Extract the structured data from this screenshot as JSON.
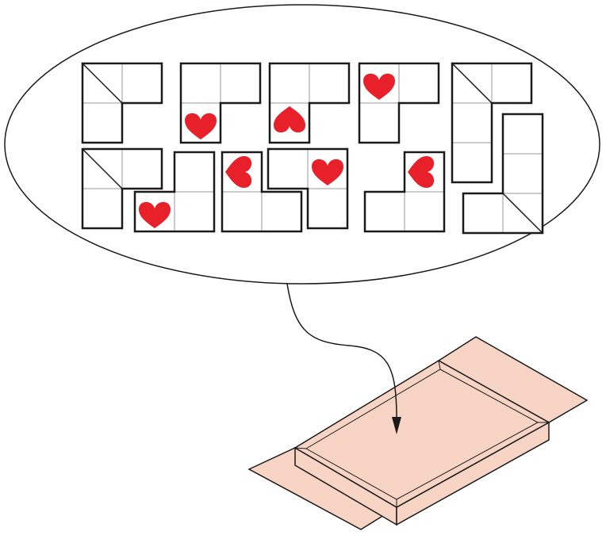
{
  "colors": {
    "heart": "#e8202a",
    "tray_fill": "#f7d4c4",
    "outline": "#1a1a1a",
    "grid_line": "#999999"
  },
  "icons": {
    "heart": "heart-icon",
    "arrow": "arrow-head-icon"
  },
  "pieces": [
    {
      "name": "piece-1",
      "cells": [
        [
          0,
          0
        ],
        [
          1,
          0
        ],
        [
          0,
          1
        ]
      ],
      "diagonal": [
        0,
        0
      ],
      "heart": null
    },
    {
      "name": "piece-2",
      "cells": [
        [
          0,
          0
        ],
        [
          1,
          0
        ],
        [
          0,
          1
        ]
      ],
      "diagonal": null,
      "heart": {
        "cell": [
          0,
          1
        ],
        "rotation": 0
      }
    },
    {
      "name": "piece-3",
      "cells": [
        [
          0,
          0
        ],
        [
          1,
          0
        ],
        [
          0,
          1
        ]
      ],
      "diagonal": null,
      "heart": {
        "cell": [
          0,
          1
        ],
        "rotation": 180
      }
    },
    {
      "name": "piece-4",
      "cells": [
        [
          0,
          0
        ],
        [
          1,
          0
        ],
        [
          0,
          1
        ]
      ],
      "diagonal": null,
      "heart": {
        "cell": [
          0,
          0
        ],
        "rotation": 0
      }
    },
    {
      "name": "piece-5",
      "cells": [
        [
          0,
          0
        ],
        [
          1,
          0
        ],
        [
          0,
          1
        ],
        [
          0,
          2
        ]
      ],
      "diagonal": [
        0,
        0
      ],
      "heart": null
    },
    {
      "name": "piece-6",
      "cells": [
        [
          0,
          0
        ],
        [
          1,
          0
        ],
        [
          0,
          1
        ]
      ],
      "diagonal": [
        0,
        0
      ],
      "heart": null
    },
    {
      "name": "piece-7",
      "cells": [
        [
          1,
          0
        ],
        [
          0,
          1
        ],
        [
          1,
          1
        ]
      ],
      "diagonal": null,
      "heart": {
        "cell": [
          0,
          1
        ],
        "rotation": 0
      }
    },
    {
      "name": "piece-8",
      "cells": [
        [
          0,
          0
        ],
        [
          0,
          1
        ],
        [
          1,
          1
        ]
      ],
      "diagonal": null,
      "heart": {
        "cell": [
          0,
          0
        ],
        "rotation": 90
      }
    },
    {
      "name": "piece-9",
      "cells": [
        [
          0,
          0
        ],
        [
          1,
          0
        ],
        [
          1,
          1
        ]
      ],
      "diagonal": null,
      "heart": {
        "cell": [
          1,
          0
        ],
        "rotation": 0
      }
    },
    {
      "name": "piece-10",
      "cells": [
        [
          1,
          0
        ],
        [
          0,
          1
        ],
        [
          1,
          1
        ]
      ],
      "diagonal": null,
      "heart": {
        "cell": [
          1,
          0
        ],
        "rotation": 90
      }
    },
    {
      "name": "piece-11",
      "cells": [
        [
          1,
          0
        ],
        [
          1,
          1
        ],
        [
          0,
          2
        ],
        [
          1,
          2
        ]
      ],
      "diagonal": [
        1,
        2
      ],
      "heart": null
    }
  ]
}
